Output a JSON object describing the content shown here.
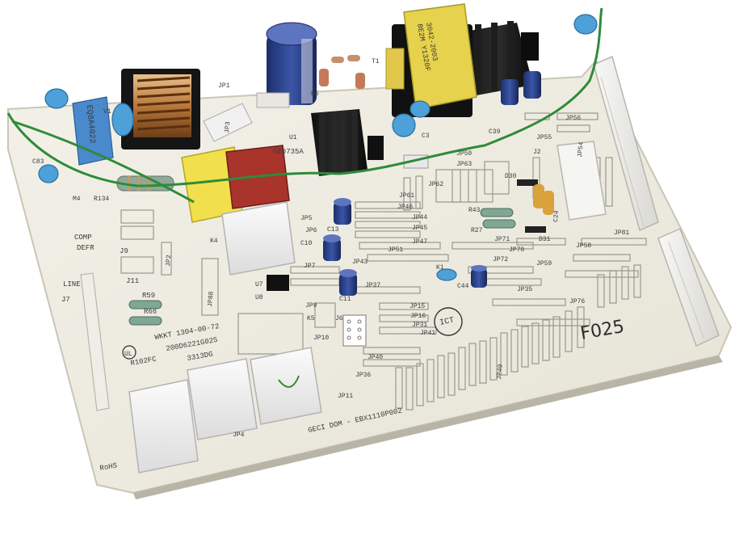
{
  "photo": {
    "subject": "",
    "board": {
      "part_no": "WKKT 1304-00-72",
      "model_no": "200D6221G025",
      "date_code": "3313DG",
      "board_code": "F025",
      "footer_text": "GECI DOM - EBX1110P002",
      "ul_code": "R102FC",
      "rohs": "RoHS",
      "ict": "ICT",
      "transformer_text_1": "3042-2003",
      "transformer_text_2": "BE2M Y1320F",
      "filter_cap_text": "EQ8A4022",
      "ge_label": "GE0735A",
      "labels": {
        "comp": "COMP",
        "defr": "DEFR",
        "line": "LINE",
        "j7": "J7",
        "j9": "J9",
        "j11": "J11",
        "r59": "R59",
        "r66": "R66",
        "r134": "R134",
        "m4": "M4",
        "c83": "C83",
        "k4": "K4",
        "k5": "K5",
        "u7": "U7",
        "u8": "U8",
        "jp88": "JP88",
        "jp2": "JP2",
        "jp3": "JP3",
        "jp4": "JP4",
        "jp5": "JP5",
        "jp6": "JP6",
        "jp7": "JP7",
        "jp9": "JP9",
        "jp10": "JP10",
        "jp11": "JP11",
        "jp15": "JP15",
        "jp16": "JP16",
        "jp31": "JP31",
        "jp35": "JP35",
        "jp36": "JP36",
        "jp37": "JP37",
        "jp40": "JP40",
        "jp41": "JP41",
        "jp43": "JP43",
        "jp44": "JP44",
        "jp45": "JP45",
        "jp46": "JP46",
        "jp47": "JP47",
        "jp49": "JP49",
        "jp50": "JP50",
        "jp51": "JP51",
        "jp54": "JP54",
        "jp55": "JP55",
        "jp56": "JP56",
        "jp58": "JP58",
        "jp59": "JP59",
        "jp61": "JP61",
        "jp62": "JP62",
        "jp63": "JP63",
        "jp70": "JP70",
        "jp71": "JP71",
        "jp72": "JP72",
        "jp76": "JP76",
        "jp81": "JP81",
        "c3": "C3",
        "c10": "C10",
        "c11": "C11",
        "c13": "C13",
        "c24": "C24",
        "c39": "C39",
        "c44": "C44",
        "d30": "D30",
        "d31": "D31",
        "r43": "R43",
        "r27": "R27",
        "r5": "R5",
        "u1": "U1",
        "j6": "J6",
        "j2": "J2",
        "k1": "K1",
        "v1": "V1",
        "jp1": "JP1",
        "t1": "T1"
      }
    }
  }
}
